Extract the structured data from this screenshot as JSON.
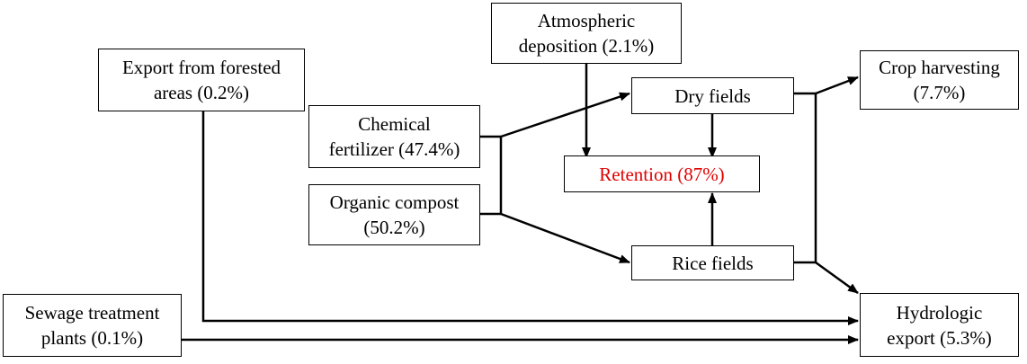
{
  "diagram": {
    "accent_color": "#e00000",
    "nodes": {
      "atmospheric": {
        "line1": "Atmospheric",
        "line2": "deposition (2.1%)"
      },
      "forested": {
        "line1": "Export from forested",
        "line2": "areas (0.2%)"
      },
      "chemical": {
        "line1": "Chemical",
        "line2": "fertilizer (47.4%)"
      },
      "organic": {
        "line1": "Organic compost",
        "line2": "(50.2%)"
      },
      "dry_fields": {
        "label": "Dry fields"
      },
      "retention": {
        "label": "Retention (87%)"
      },
      "rice_fields": {
        "label": "Rice fields"
      },
      "crop_harvesting": {
        "line1": "Crop harvesting",
        "line2": "(7.7%)"
      },
      "sewage": {
        "line1": "Sewage treatment",
        "line2": "plants (0.1%)"
      },
      "hydrologic": {
        "line1": "Hydrologic",
        "line2": "export (5.3%)"
      }
    }
  }
}
